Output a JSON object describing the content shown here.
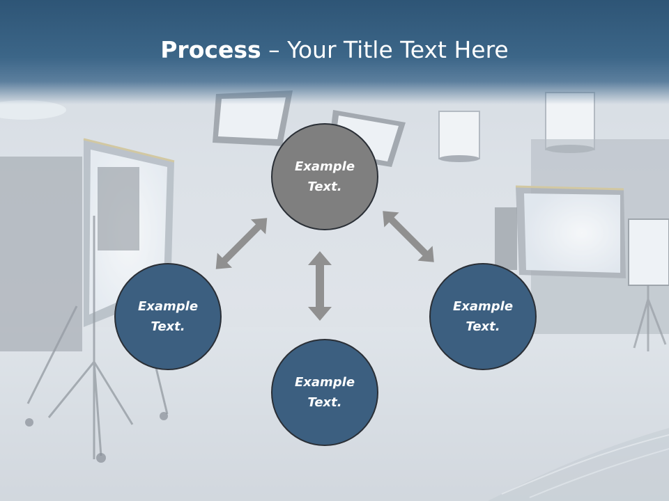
{
  "slide": {
    "title_bold": "Process",
    "title_rest": " – Your Title Text Here",
    "colors": {
      "header": "#3c6688",
      "circle_blue": "#3c5f80",
      "circle_gray": "#7f7f7f",
      "arrow": "#8c8c8c"
    }
  },
  "nodes": [
    {
      "id": "top",
      "text": "Example Text.",
      "color": "gray"
    },
    {
      "id": "left",
      "text": "Example Text.",
      "color": "blue"
    },
    {
      "id": "right",
      "text": "Example Text.",
      "color": "blue"
    },
    {
      "id": "bottom",
      "text": "Example Text.",
      "color": "blue"
    }
  ],
  "arrow_icons": [
    "double-arrow-icon",
    "double-arrow-icon",
    "double-arrow-icon"
  ]
}
